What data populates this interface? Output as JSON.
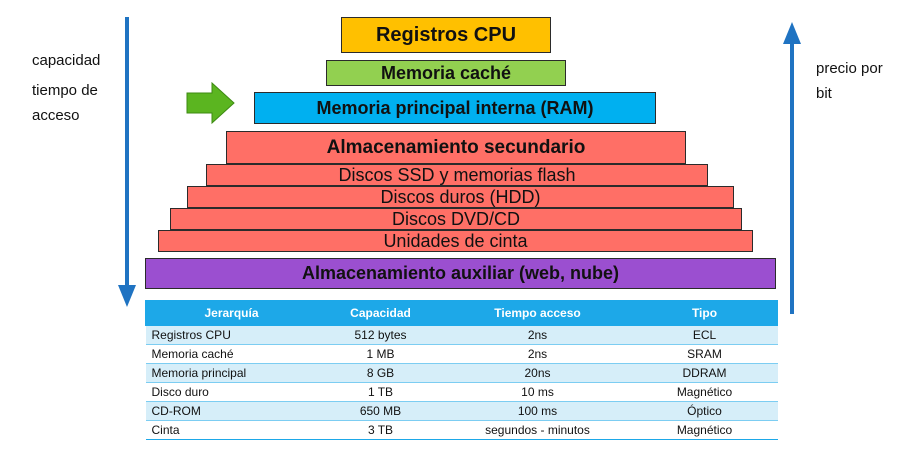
{
  "left_labels": [
    "capacidad",
    "tiempo de acceso"
  ],
  "right_label": "precio por bit",
  "pyramid": {
    "cpu": "Registros CPU",
    "cache": "Memoria caché",
    "ram": "Memoria principal interna (RAM)",
    "secondary": "Almacenamiento secundario",
    "ssd": "Discos SSD y memorias flash",
    "hdd": "Discos duros (HDD)",
    "dvd": "Discos DVD/CD",
    "tape": "Unidades de cinta",
    "auxiliary": "Almacenamiento auxiliar (web, nube)"
  },
  "colors": {
    "arrow_blue": "#1f73c2",
    "pointer_green": "#5bb520",
    "table_header": "#1da8e8"
  },
  "table": {
    "headers": [
      "Jerarquía",
      "Capacidad",
      "Tiempo acceso",
      "Tipo"
    ],
    "rows": [
      [
        "Registros CPU",
        "512 bytes",
        "2ns",
        "ECL"
      ],
      [
        "Memoria caché",
        "1 MB",
        "2ns",
        "SRAM"
      ],
      [
        "Memoria principal",
        "8 GB",
        "20ns",
        "DDRAM"
      ],
      [
        "Disco duro",
        "1 TB",
        "10 ms",
        "Magnético"
      ],
      [
        "CD-ROM",
        "650 MB",
        "100 ms",
        "Óptico"
      ],
      [
        "Cinta",
        "3 TB",
        "segundos - minutos",
        "Magnético"
      ]
    ]
  }
}
